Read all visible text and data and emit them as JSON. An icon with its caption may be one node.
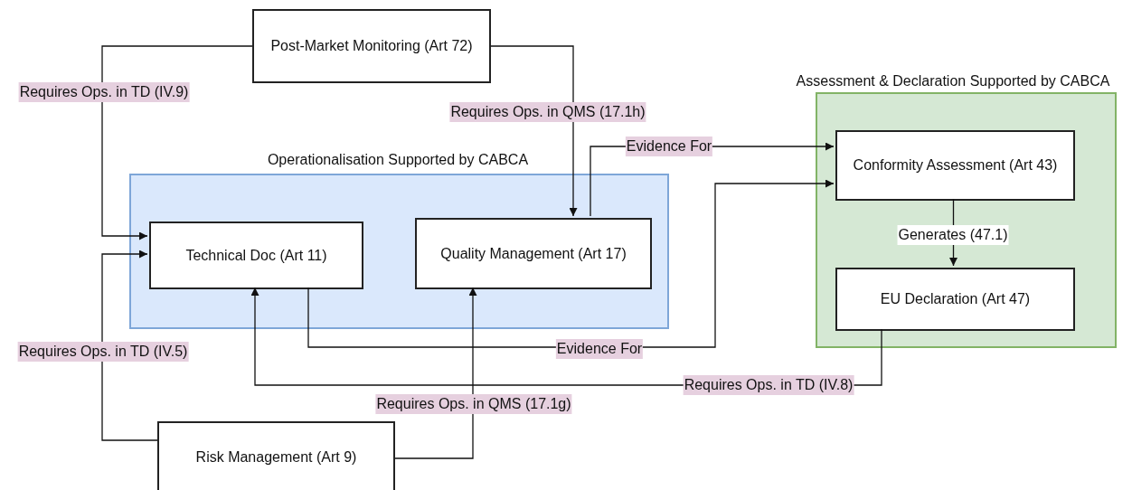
{
  "diagram": {
    "nodes": [
      {
        "text": [
          "Operationalisation Supported by CABCA"
        ]
      },
      {
        "text": [
          "Technical Doc (Art 11)"
        ],
        "in": 0
      },
      {
        "text": [
          "Quality Management (Art 17)"
        ],
        "in": 0
      },
      {
        "text": [
          "Assessment & Declaration Supported by CABCA"
        ]
      },
      {
        "text": [
          "Conformity Assessment (Art 43)"
        ],
        "in": 3
      },
      {
        "text": [
          "EU Declaration (Art 47)"
        ],
        "in": 3
      },
      {
        "text": [
          "Post-Market Monitoring (Art 72)"
        ]
      },
      {
        "text": [
          "Risk Management (Art 9)"
        ]
      }
    ],
    "edges": [
      {
        "from": 6,
        "to": 1,
        "arrow": "to",
        "label": "Requires Ops. in TD (IV.9)"
      },
      {
        "from": 6,
        "to": 2,
        "arrow": "to",
        "label": "Requires Ops. in QMS (17.1h)"
      },
      {
        "from": 2,
        "to": 4,
        "arrow": "to",
        "label": "Evidence For"
      },
      {
        "from": 1,
        "to": 4,
        "arrow": "to",
        "label": "Evidence For"
      },
      {
        "from": 7,
        "to": 1,
        "arrow": "to",
        "label": "Requires Ops. in TD (IV.5)"
      },
      {
        "from": 7,
        "to": 2,
        "arrow": "to",
        "label": "Requires Ops. in QMS (17.1g)"
      },
      {
        "from": 4,
        "to": 5,
        "arrow": "to",
        "label": "Generates (47.1)"
      },
      {
        "from": 5,
        "to": 1,
        "arrow": "to",
        "label": "Requires Ops. in TD (IV.8)"
      }
    ]
  }
}
